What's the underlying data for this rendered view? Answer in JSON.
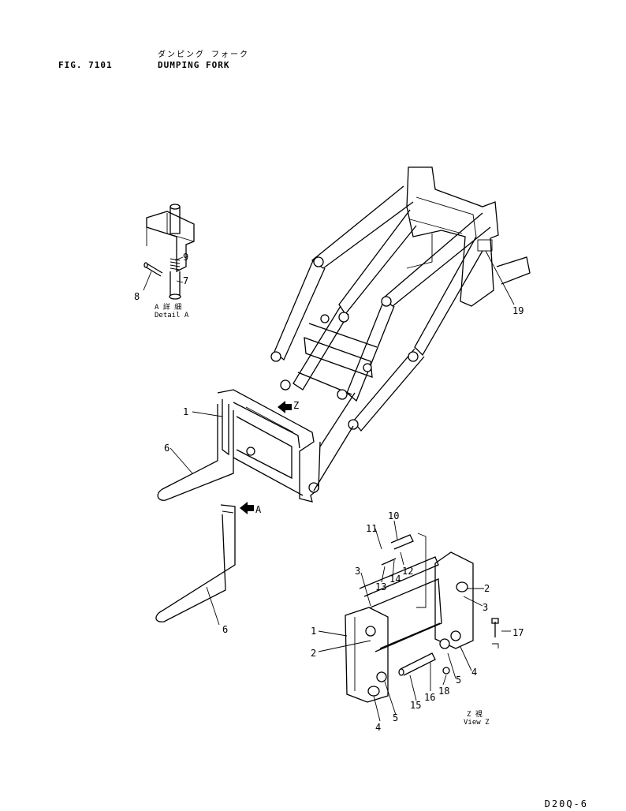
{
  "header": {
    "figure_number": "FIG. 7101",
    "title_japanese": "ダンピング フォーク",
    "title": "DUMPING FORK"
  },
  "detail_a": {
    "caption_jp": "A 詳 細",
    "caption": "Detail A"
  },
  "view_z": {
    "caption_jp": "Z 視",
    "caption": "View Z"
  },
  "arrows": {
    "z": "Z",
    "a": "A"
  },
  "callouts": {
    "c1a": "1",
    "c6a": "6",
    "c6b": "6",
    "c7": "7",
    "c8": "8",
    "c9": "9",
    "c19": "19",
    "c10": "10",
    "c11": "11",
    "c12": "12",
    "c13": "13",
    "c14": "14",
    "c3a": "3",
    "c2a": "2",
    "c3b": "3",
    "c17": "17",
    "c1b": "1",
    "c2b": "2",
    "c4a": "4",
    "c5a": "5",
    "c4b": "4",
    "c5b": "5",
    "c15": "15",
    "c16": "16",
    "c18": "18"
  },
  "footer": {
    "page_code": "D20Q-6"
  }
}
